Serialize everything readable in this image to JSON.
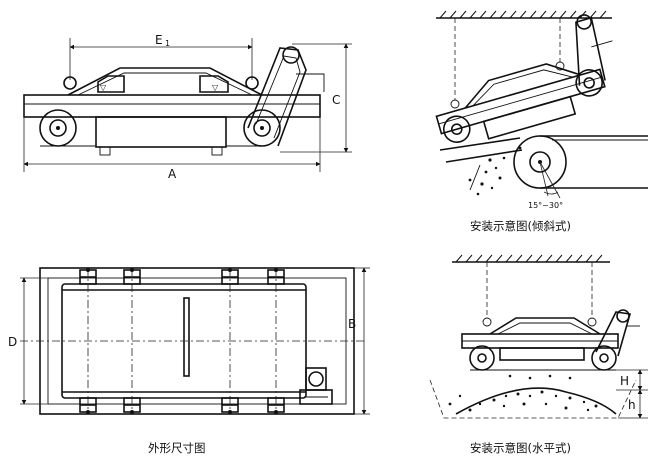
{
  "labels": {
    "dim_E": "E",
    "dim_A": "A",
    "dim_C": "C",
    "dim_D": "D",
    "dim_B": "B",
    "dim_H": "H",
    "dim_h": "h",
    "angle": "15°~30°"
  },
  "captions": {
    "outline": "外形尺寸图",
    "inclined": "安装示意图(倾斜式)",
    "horizontal": "安装示意图(水平式)"
  }
}
